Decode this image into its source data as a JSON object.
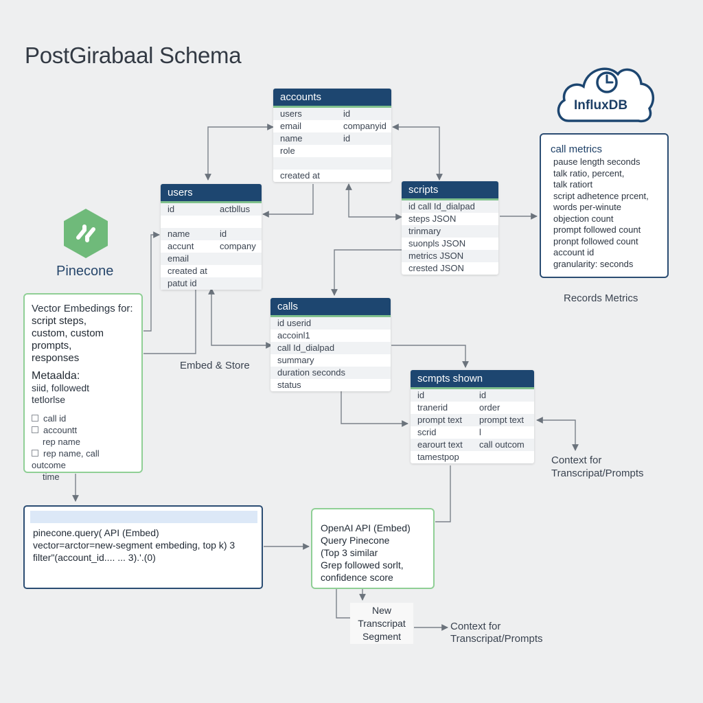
{
  "title": "PostGirabaal Schema",
  "tables": {
    "accounts": {
      "name": "accounts",
      "rows": [
        {
          "a": "users",
          "b": "id"
        },
        {
          "a": "email",
          "b": "companyid"
        },
        {
          "a": "name",
          "b": "id"
        },
        {
          "a": "role",
          "b": ""
        },
        {
          "a": "",
          "b": ""
        },
        {
          "a": "created at",
          "b": ""
        }
      ]
    },
    "users": {
      "name": "users",
      "rows": [
        {
          "a": "id",
          "b": "actbllus"
        },
        {
          "a": "",
          "b": ""
        },
        {
          "a": "name",
          "b": "id"
        },
        {
          "a": "accunt",
          "b": "company"
        },
        {
          "a": "email",
          "b": ""
        },
        {
          "a": "created at",
          "b": ""
        },
        {
          "a": "patut id",
          "b": ""
        }
      ]
    },
    "scripts": {
      "name": "scripts",
      "rows": [
        {
          "a": "id call Id_dialpad",
          "b": ""
        },
        {
          "a": "steps JSON",
          "b": ""
        },
        {
          "a": "trinmary",
          "b": ""
        },
        {
          "a": "suonpls JSON",
          "b": ""
        },
        {
          "a": "metrics JSON",
          "b": ""
        },
        {
          "a": "crested JSON",
          "b": ""
        }
      ]
    },
    "calls": {
      "name": "calls",
      "rows": [
        {
          "a": "id userid",
          "b": ""
        },
        {
          "a": "accoinl1",
          "b": ""
        },
        {
          "a": "call Id_dialpad",
          "b": ""
        },
        {
          "a": "summary",
          "b": ""
        },
        {
          "a": "duration seconds",
          "b": ""
        },
        {
          "a": "status",
          "b": ""
        }
      ]
    },
    "scripts_shown": {
      "name": "scmpts shown",
      "rows": [
        {
          "a": "id",
          "b": "id"
        },
        {
          "a": "tranerid",
          "b": "order"
        },
        {
          "a": "prompt text",
          "b": "prompt text"
        },
        {
          "a": "scrid",
          "b": "l"
        },
        {
          "a": "earourt text",
          "b": "call outcom"
        },
        {
          "a": "tamestpop",
          "b": ""
        }
      ]
    }
  },
  "pinecone": {
    "label": "Pinecone",
    "icon": "pinecone-logo-icon",
    "brand_color": "#6fba7a"
  },
  "vector_box": {
    "title": "Vector Embedings for:",
    "lines": [
      "script steps,",
      "custom, custom",
      "prompts,",
      "responses"
    ],
    "meta_title": "Metaalda:",
    "meta_lines": [
      "siid, followedt",
      "tetlorlse"
    ],
    "items": [
      {
        "label": "call id",
        "checkbox": true
      },
      {
        "label": "accountt",
        "checkbox": true
      },
      {
        "label": "rep name",
        "checkbox": false
      },
      {
        "label": "rep name, call outcome",
        "checkbox": true
      },
      {
        "label": "time",
        "checkbox": false
      }
    ]
  },
  "query_box": {
    "line1": "pinecone.query( API (Embed)",
    "line2": "vector=arctor=new-segment embeding, top k) 3",
    "line3": "filter\"(account_id.... ... 3).'.(0)"
  },
  "openai_box": {
    "lines": [
      "OpenAI API (Embed)",
      "Query Pinecone",
      "(Top 3 similar",
      "Grep followed sorlt,",
      "confidence score"
    ]
  },
  "new_segment": {
    "lines": [
      "New",
      "Transcripat",
      "Segment"
    ]
  },
  "influx": {
    "label": "InfluxDB",
    "icon": "cloud-clock-icon",
    "title": "call metrics",
    "metrics": [
      "pause length seconds",
      "talk ratio, percent,",
      "talk ratiort",
      "script adhetence prcent,",
      "words per-winute",
      "objection count",
      "prompt followed count",
      "pronpt followed count",
      "account id",
      "granularity: seconds"
    ]
  },
  "labels": {
    "embed_store": "Embed & Store",
    "records_metrics": "Records Metrics",
    "context1_line1": "Context for",
    "context1_line2": "Transcripat/Prompts",
    "context2_line1": "Context for",
    "context2_line2": "Transcripat/Prompts"
  },
  "colors": {
    "header": "#1d4670",
    "accent_green": "#7fc08c",
    "connector": "#6b737c"
  }
}
